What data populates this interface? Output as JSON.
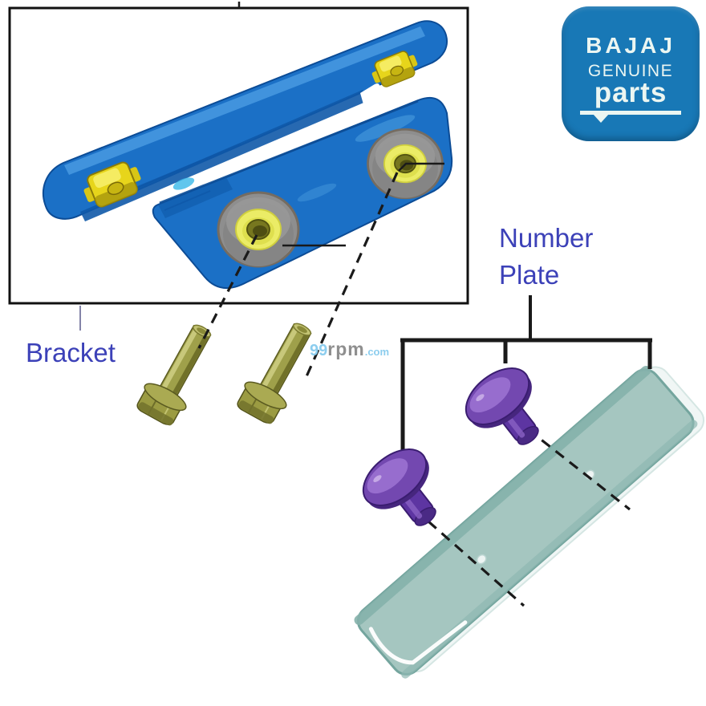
{
  "diagram": {
    "callout_labels": {
      "bracket": "Bracket",
      "number_plate": "Number Plate"
    }
  },
  "watermark": {
    "num": "99",
    "rpm": "rpm",
    "dotcom": ".com"
  },
  "logo": {
    "brand": "BAJAJ",
    "genuine": "GENUINE",
    "parts": "parts"
  },
  "colors": {
    "label_text": "#3c41b8",
    "line_black": "#1a1a1a",
    "bracket_blue": "#1b70c6",
    "plate_sage": "#a5c6c0",
    "rivet_purple": "#7348b0",
    "bolt_brass": "#9fa04a",
    "grommet_gray": "#8e8e8e",
    "grommet_ring_yellow": "#ebec66",
    "clip_yellow": "#e7d51b",
    "logo_blue": "#1878b6",
    "logo_text": "#ebf6f2",
    "watermark_blue": "#8ccdee",
    "watermark_gray": "#8f8f8f"
  }
}
